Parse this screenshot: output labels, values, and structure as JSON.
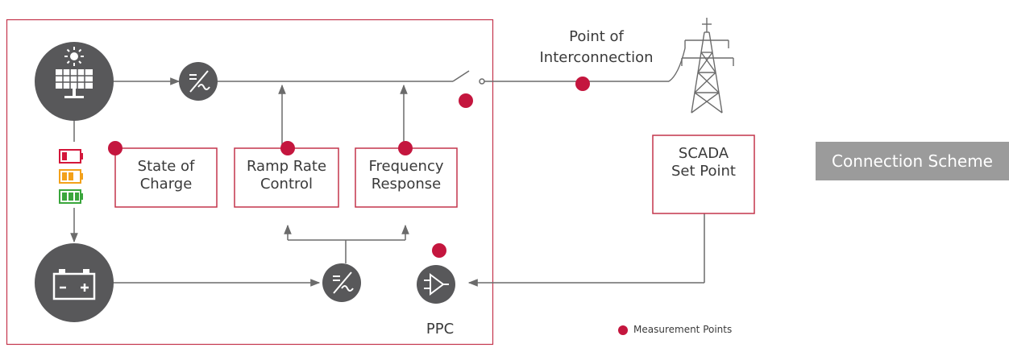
{
  "diagram": {
    "colors": {
      "frame": "#c4354c",
      "measurement": "#c4163e",
      "line": "#6b6b6b",
      "node": "#58585a",
      "tab": "#9b9b9b",
      "battery_low": "#d3163a",
      "battery_mid": "#f3a11a",
      "battery_full": "#3aa63c"
    },
    "boxes": {
      "state_of_charge": "State of\nCharge",
      "ramp_rate_control": "Ramp Rate\nControl",
      "frequency_response": "Frequency\nResponse",
      "scada_set_point": "SCADA\nSet Point"
    },
    "labels": {
      "point_of_interconnection": "Point of\nInterconnection",
      "ppc": "PPC",
      "legend": "Measurement Points"
    },
    "icons": [
      "solar-panel-icon",
      "battery-icon",
      "inverter-icon",
      "controller-icon",
      "transmission-tower-icon",
      "switch-icon"
    ],
    "tab_label": "Connection Scheme"
  }
}
